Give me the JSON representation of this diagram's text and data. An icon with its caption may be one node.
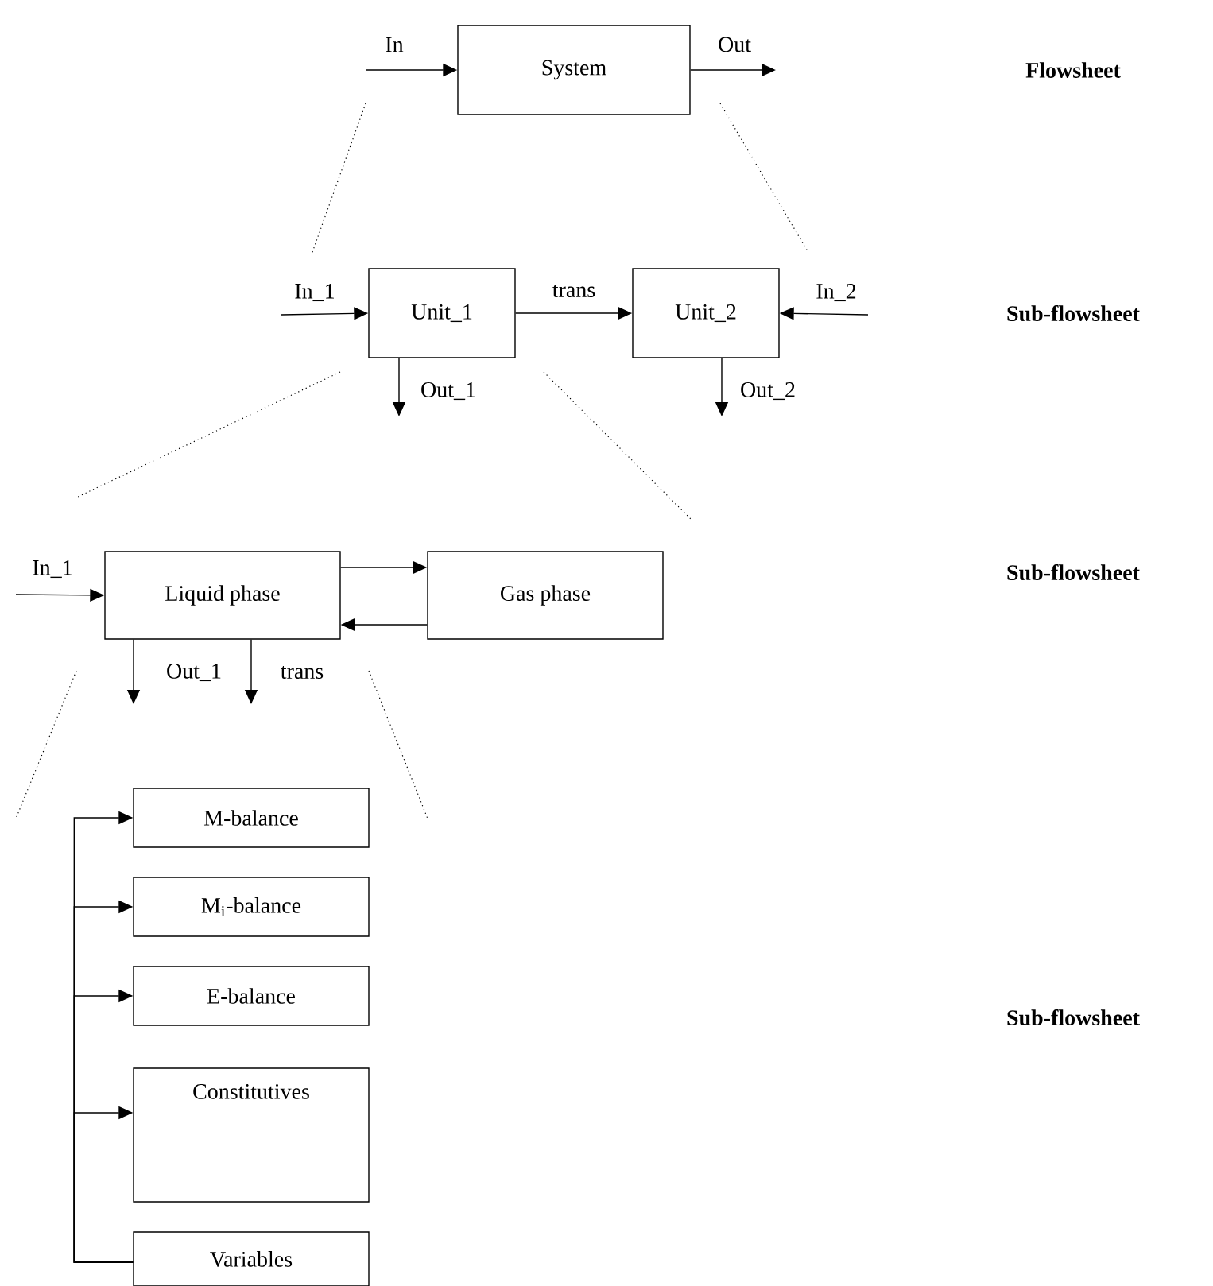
{
  "diagram": {
    "nodes": [
      {
        "text": [
          "System"
        ]
      },
      {
        "text": [
          "Unit_1"
        ]
      },
      {
        "text": [
          "Unit_2"
        ]
      },
      {
        "text": [
          "Liquid phase"
        ]
      },
      {
        "text": [
          "Gas phase"
        ]
      },
      {
        "text": [
          "M-balance"
        ]
      },
      {
        "text": [
          "M$_{i}$-balance"
        ]
      },
      {
        "text": [
          "E-balance"
        ]
      },
      {
        "text": [
          "Constitutives"
        ]
      },
      {
        "text": [
          "Variables"
        ]
      }
    ],
    "edges": [
      {
        "from": null,
        "to": 0,
        "arrow": "to",
        "label": "In"
      },
      {
        "from": 0,
        "to": null,
        "arrow": "to",
        "label": "Out"
      },
      {
        "from": null,
        "to": 1,
        "arrow": "to",
        "label": "In_1"
      },
      {
        "from": 1,
        "to": 2,
        "arrow": "to",
        "label": "trans"
      },
      {
        "from": null,
        "to": 2,
        "arrow": "to",
        "label": "In_2"
      },
      {
        "from": 1,
        "to": null,
        "arrow": "to",
        "label": "Out_1"
      },
      {
        "from": 2,
        "to": null,
        "arrow": "to",
        "label": "Out_2"
      },
      {
        "from": null,
        "to": 3,
        "arrow": "to",
        "label": "In_1"
      },
      {
        "from": 3,
        "to": 4,
        "arrow": "to"
      },
      {
        "from": 4,
        "to": 3,
        "arrow": "to"
      },
      {
        "from": 3,
        "to": null,
        "arrow": "to",
        "label": "Out_1"
      },
      {
        "from": 3,
        "to": null,
        "arrow": "to",
        "label": "trans"
      },
      {
        "from": 9,
        "to": 5,
        "arrow": "to"
      },
      {
        "from": 9,
        "to": 6,
        "arrow": "to"
      },
      {
        "from": 9,
        "to": 7,
        "arrow": "to"
      },
      {
        "from": 9,
        "to": 8,
        "arrow": "to"
      }
    ],
    "labels": [
      "Flowsheet",
      "Sub-flowsheet",
      "Sub-flowsheet",
      "Sub-flowsheet"
    ]
  }
}
